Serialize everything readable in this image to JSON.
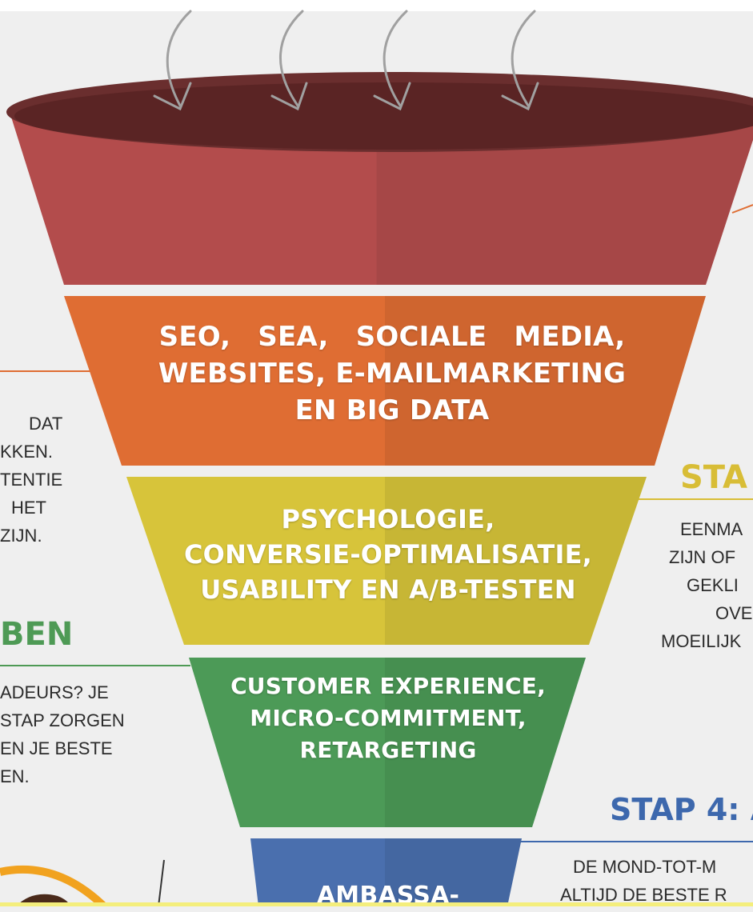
{
  "funnel": {
    "bands": [
      {
        "lines": [
          "SEO, SEA, SOCIALE MEDIA,",
          "WEBSITES, E-MAILMARKETING",
          "EN BIG DATA"
        ],
        "color": "#df6d33"
      },
      {
        "lines": [
          "PSYCHOLOGIE,",
          "CONVERSIE-OPTIMALISATIE,",
          "USABILITY EN A/B-TESTEN"
        ],
        "color": "#d7c43a"
      },
      {
        "lines": [
          "CUSTOMER EXPERIENCE,",
          "MICRO-COMMITMENT,",
          "RETARGETING"
        ],
        "color": "#4c9a57"
      },
      {
        "lines": [
          "AMBASSA-"
        ],
        "color": "#4a6fae"
      }
    ],
    "top_color": "#b34c4c",
    "mouth_color": "#5a2424"
  },
  "left_column": {
    "paragraph1": [
      "DAT",
      "KKEN.",
      "TENTIE",
      "HET",
      "ZIJN."
    ],
    "heading": "BEN",
    "heading_color": "#4e9a55",
    "paragraph2": [
      "ADEURS? JE",
      "STAP ZORGEN",
      "EN JE BESTE",
      "EN."
    ]
  },
  "right_column": {
    "heading_stap2": "STA",
    "heading_stap2_color": "#d8bd36",
    "paragraph1": [
      "EENMA",
      "ZIJN OF",
      "GEKLI",
      "OVE",
      "MOEILIJK"
    ],
    "heading_stap4": "STAP 4: A",
    "heading_stap4_color": "#3d68ad",
    "paragraph2": [
      "DE MOND-TOT-M",
      "ALTIJD DE BESTE R"
    ]
  },
  "decor": {
    "arrow_icons": 4,
    "arrow_color": "#9a9a9a"
  }
}
